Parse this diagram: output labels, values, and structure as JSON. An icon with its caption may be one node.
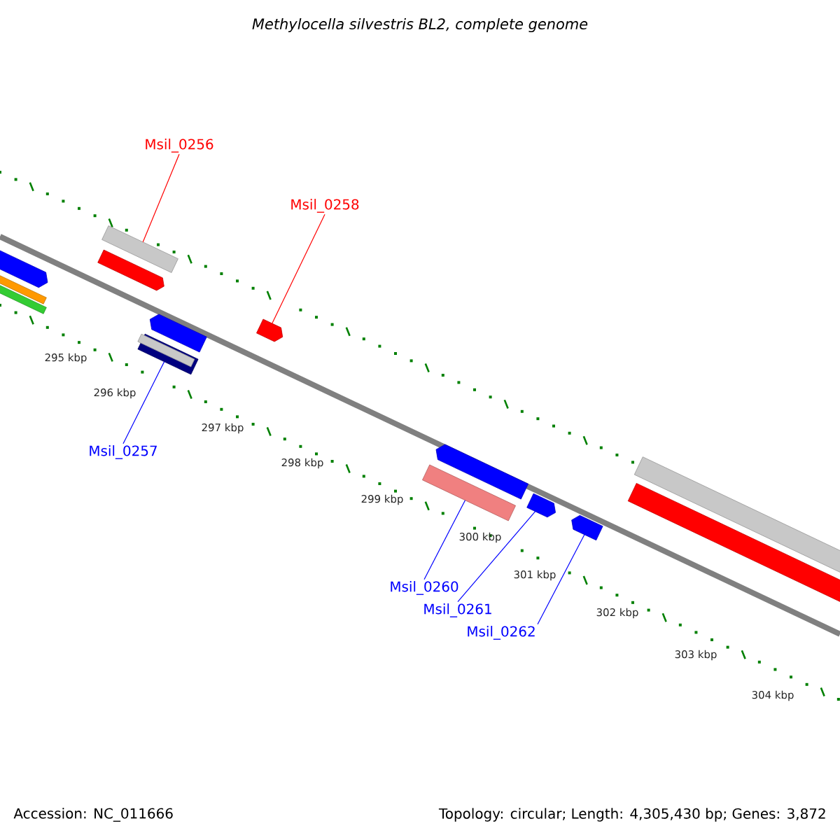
{
  "diagram": {
    "title": "Methylocella silvestris BL2, complete genome",
    "nodes": [
      {
        "text": [
          "Msil_0256"
        ]
      },
      {
        "text": [],
        "shape": "bar"
      },
      {
        "text": [
          "Msil_0258"
        ]
      },
      {
        "text": [],
        "shape": "bar"
      },
      {
        "text": [
          "Msil_0257"
        ]
      },
      {
        "text": [],
        "shape": "bar"
      },
      {
        "text": [
          "Msil_0260"
        ]
      },
      {
        "text": [],
        "shape": "bar"
      },
      {
        "text": [
          "Msil_0261"
        ]
      },
      {
        "text": [],
        "shape": "bar"
      },
      {
        "text": [
          "Msil_0262"
        ]
      },
      {
        "text": [],
        "shape": "bar"
      }
    ],
    "edges": [
      {
        "from": 0,
        "to": 1,
        "arrow": "none",
        "color": "#ff0000"
      },
      {
        "from": 2,
        "to": 3,
        "arrow": "none",
        "color": "#ff0000"
      },
      {
        "from": 4,
        "to": 5,
        "arrow": "none"
      },
      {
        "from": 6,
        "to": 7,
        "arrow": "none"
      },
      {
        "from": 8,
        "to": 9,
        "arrow": "none"
      },
      {
        "from": 10,
        "to": 11,
        "arrow": "none"
      }
    ],
    "labels": [
      "295 kbp",
      "296 kbp",
      "297 kbp",
      "298 kbp",
      "299 kbp",
      "300 kbp",
      "301 kbp",
      "302 kbp",
      "303 kbp",
      "304 kbp",
      "Accession: NC_011666",
      "Topology: circular; Length: 4,305,430 bp; Genes: 3,872"
    ]
  }
}
